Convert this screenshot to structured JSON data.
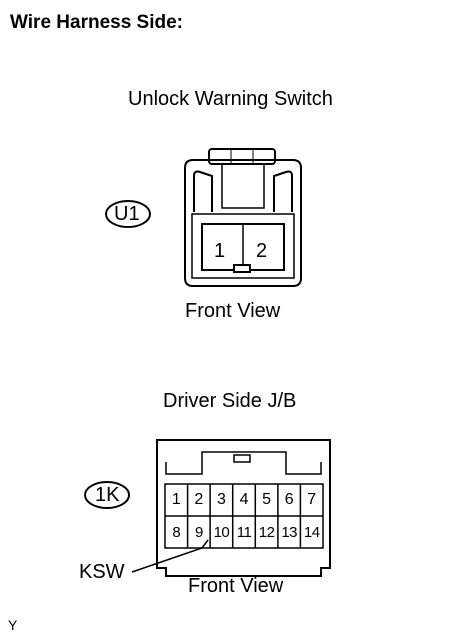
{
  "header": {
    "title": "Wire Harness Side:"
  },
  "connector_u1": {
    "title": "Unlock Warning Switch",
    "code": "U1",
    "pins": [
      "1",
      "2"
    ],
    "view_label": "Front View"
  },
  "connector_1k": {
    "title": "Driver Side J/B",
    "code": "1K",
    "row1": [
      "1",
      "2",
      "3",
      "4",
      "5",
      "6",
      "7"
    ],
    "row2": [
      "8",
      "9",
      "10",
      "11",
      "12",
      "13",
      "14"
    ],
    "callout": "KSW",
    "view_label": "Front View"
  },
  "footer": {
    "code": "Y"
  }
}
